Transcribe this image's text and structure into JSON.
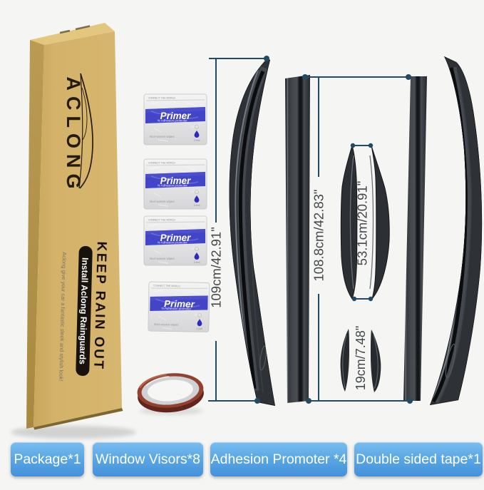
{
  "scene": {
    "background": "#f5f5f3"
  },
  "box": {
    "brand": "ACLONG",
    "keep_text": "KEEP RAIN OUT",
    "install_text": "Install Aclong Rainguards",
    "tagline": "Aclong give your car a fantastic sleek and stylish look!",
    "front_color": "#d3b166",
    "side_color": "#b2914b",
    "top_color": "#e3c67f"
  },
  "packets": {
    "count": 4,
    "seal_text": "CONNECT THE WORLD",
    "brand": "Primer",
    "subtitle": "N-Adhesion promoter",
    "wipes": "Non-woven wipes",
    "volume": "2.0ml",
    "band_color": "#4345c8"
  },
  "tape": {
    "outer_color": "#94402e",
    "inner_color": "#cfd2d4"
  },
  "dims": {
    "left_strip": "109cm/42.91\"",
    "straight_strip": "108.8cm/42.83\"",
    "middle_visor": "53.1cm/20.91\"",
    "small_visor": "19cm/7.48\"",
    "line_color": "#234a63",
    "text_color": "#43474a"
  },
  "legend": [
    {
      "text": "Package*1"
    },
    {
      "text": "Window Visors*8"
    },
    {
      "text": "Adhesion Promoter *4"
    },
    {
      "text": "Double sided tape*1"
    }
  ]
}
